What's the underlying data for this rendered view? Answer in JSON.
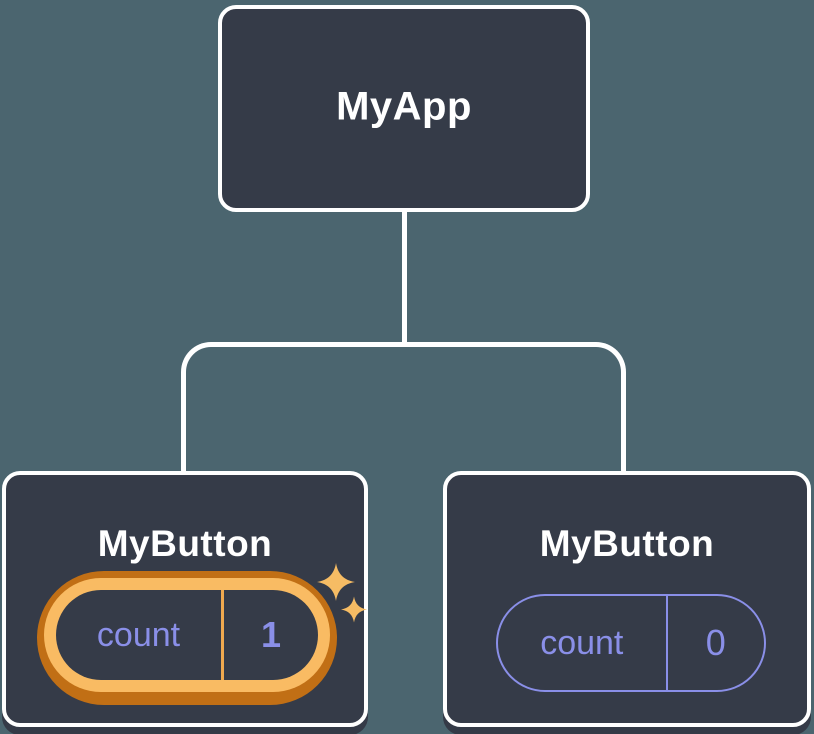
{
  "diagram": {
    "description": "React component tree showing isolated state between two MyButton instances",
    "colors": {
      "background": "#4B656F",
      "node_fill": "#353B48",
      "node_border": "#FFFFFF",
      "connector": "#FFFFFF",
      "state_purple": "#8A8FE8",
      "highlight_gold": "#F9BB63",
      "highlight_dark_orange": "#C16F15",
      "highlight_divider": "#F0A94F",
      "sparkle_gold": "#F6BC64"
    },
    "root": {
      "label": "MyApp"
    },
    "children": [
      {
        "label": "MyButton",
        "highlighted": true,
        "state": {
          "name": "count",
          "value": "1"
        },
        "icons": [
          "sparkle-icon",
          "sparkle-icon"
        ]
      },
      {
        "label": "MyButton",
        "highlighted": false,
        "state": {
          "name": "count",
          "value": "0"
        }
      }
    ]
  }
}
